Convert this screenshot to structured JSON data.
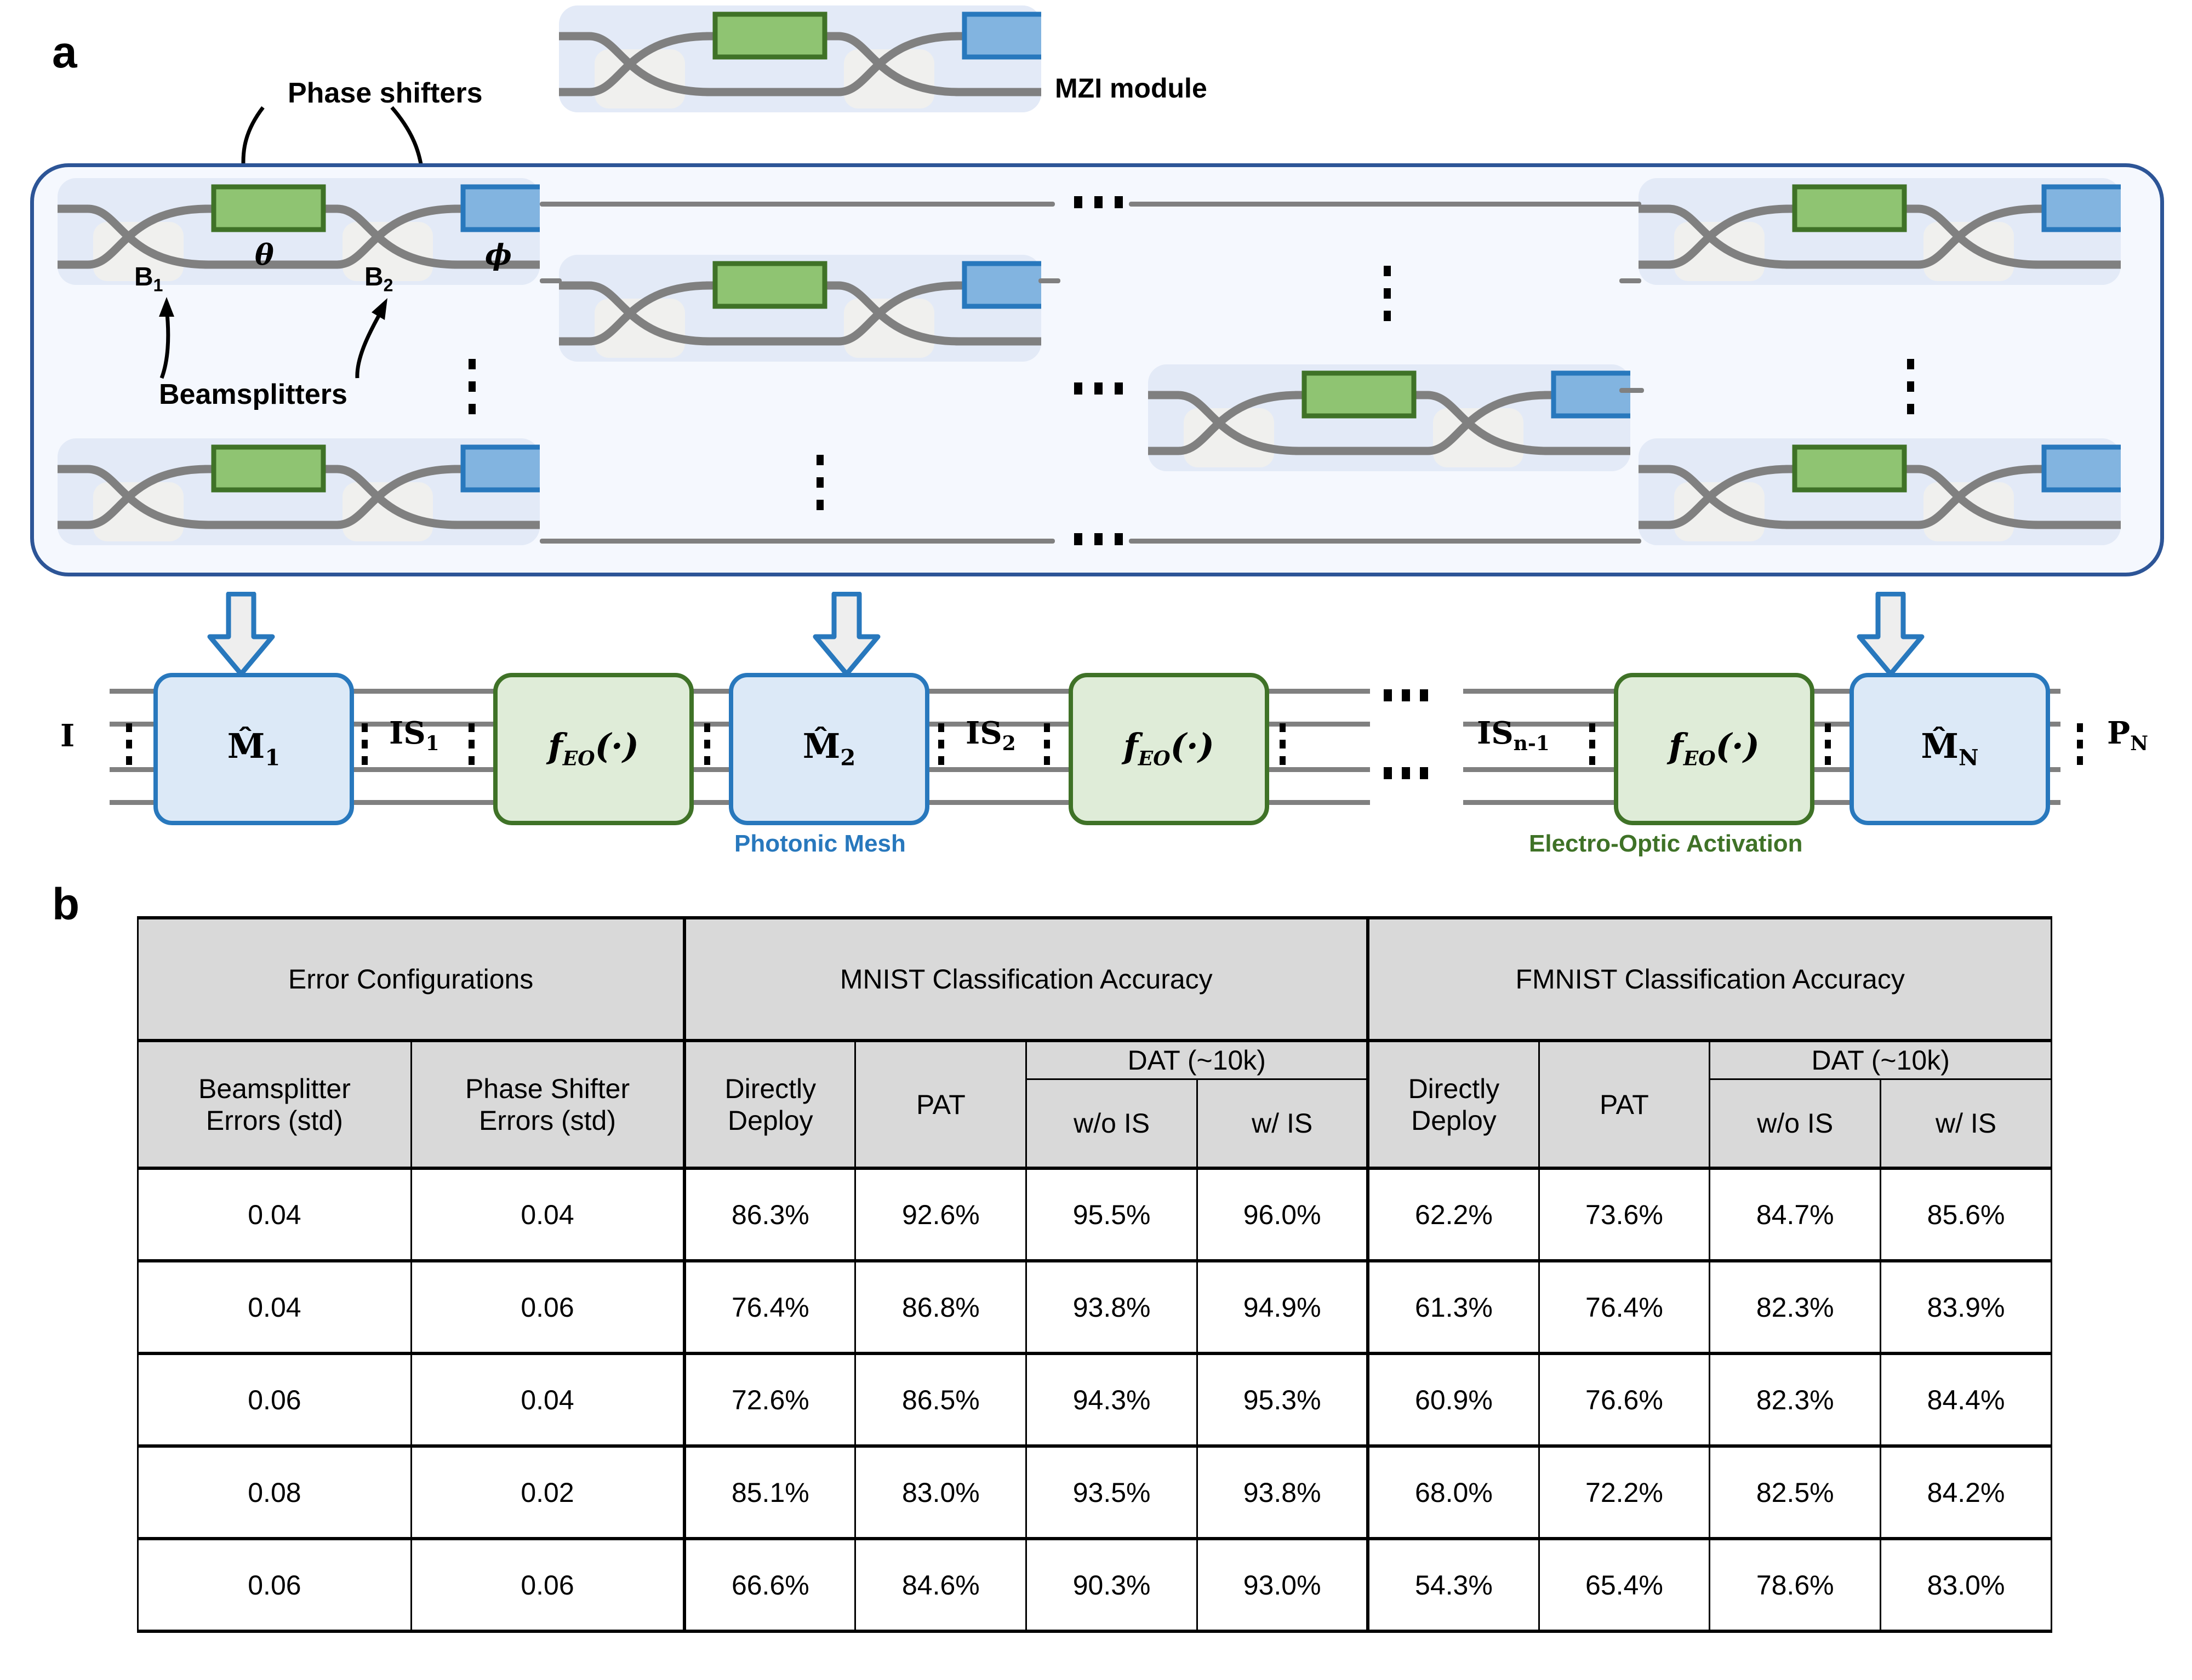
{
  "panels": {
    "a_letter": "a",
    "b_letter": "b"
  },
  "diagram": {
    "annotations": {
      "phase_shifters": "Phase shifters",
      "beamsplitters": "Beamsplitters",
      "mzi_module": "MZI module",
      "theta": "θ",
      "phi": "ϕ",
      "b1": "B",
      "b1_sub": "1",
      "b2": "B",
      "b2_sub": "2"
    },
    "block_diagram": {
      "input_label": "I",
      "output_label": "P",
      "output_sub": "N",
      "nodes": [
        {
          "type": "mesh",
          "symbol": "M̂",
          "sub": "1"
        },
        {
          "type": "is",
          "symbol": "IS",
          "sub": "1"
        },
        {
          "type": "act",
          "symbol": "f",
          "symbol_sub": "EO",
          "symbol_tail": "(·)"
        },
        {
          "type": "mesh",
          "symbol": "M̂",
          "sub": "2"
        },
        {
          "type": "is",
          "symbol": "IS",
          "sub": "2"
        },
        {
          "type": "act",
          "symbol": "f",
          "symbol_sub": "EO",
          "symbol_tail": "(·)"
        },
        {
          "type": "ellipsis"
        },
        {
          "type": "is",
          "symbol": "IS",
          "sub": "n-1"
        },
        {
          "type": "act",
          "symbol": "f",
          "symbol_sub": "EO",
          "symbol_tail": "(·)"
        },
        {
          "type": "mesh",
          "symbol": "M̂",
          "sub": "N"
        }
      ],
      "captions": {
        "photonic_mesh": "Photonic Mesh",
        "electro_optic": "Electro-Optic Activation"
      }
    },
    "colors": {
      "phase_shifter_theta": "#8fc472",
      "phase_shifter_theta_border": "#3f7227",
      "phase_shifter_phi": "#82b4e0",
      "phase_shifter_phi_border": "#2878bd",
      "waveguide": "#808080",
      "mzi_group_bg": "#e3eaf7",
      "mesh_bg": "#f5f8fe",
      "mesh_border": "#2d5597",
      "mesh_block_fill": "#dce9f7",
      "mesh_block_border": "#2878bd",
      "activation_fill": "#dfecd8",
      "activation_border": "#3f7227"
    }
  },
  "table": {
    "group_headers": [
      {
        "label": "Error Configurations",
        "span": 2
      },
      {
        "label": "MNIST Classification Accuracy",
        "span": 4
      },
      {
        "label": "FMNIST Classification Accuracy",
        "span": 4
      }
    ],
    "sub_headers": {
      "beamsplitter_errors": "Beamsplitter Errors (std)",
      "beamsplitter_errors_l1": "Beamsplitter",
      "beamsplitter_errors_l2": "Errors (std)",
      "phase_shifter_errors_l1": "Phase Shifter",
      "phase_shifter_errors_l2": "Errors (std)",
      "directly_deploy_l1": "Directly",
      "directly_deploy_l2": "Deploy",
      "pat": "PAT",
      "dat": "DAT (~10k)",
      "wo_is": "w/o IS",
      "w_is": "w/ IS"
    },
    "columns": [
      "Beamsplitter Errors (std)",
      "Phase Shifter Errors (std)",
      "Directly Deploy",
      "PAT",
      "w/o IS",
      "w/ IS",
      "Directly Deploy",
      "PAT",
      "w/o IS",
      "w/ IS"
    ],
    "rows": [
      [
        "0.04",
        "0.04",
        "86.3%",
        "92.6%",
        "95.5%",
        "96.0%",
        "62.2%",
        "73.6%",
        "84.7%",
        "85.6%"
      ],
      [
        "0.04",
        "0.06",
        "76.4%",
        "86.8%",
        "93.8%",
        "94.9%",
        "61.3%",
        "76.4%",
        "82.3%",
        "83.9%"
      ],
      [
        "0.06",
        "0.04",
        "72.6%",
        "86.5%",
        "94.3%",
        "95.3%",
        "60.9%",
        "76.6%",
        "82.3%",
        "84.4%"
      ],
      [
        "0.08",
        "0.02",
        "85.1%",
        "83.0%",
        "93.5%",
        "93.8%",
        "68.0%",
        "72.2%",
        "82.5%",
        "84.2%"
      ],
      [
        "0.06",
        "0.06",
        "66.6%",
        "84.6%",
        "90.3%",
        "93.0%",
        "54.3%",
        "65.4%",
        "78.6%",
        "83.0%"
      ]
    ]
  }
}
